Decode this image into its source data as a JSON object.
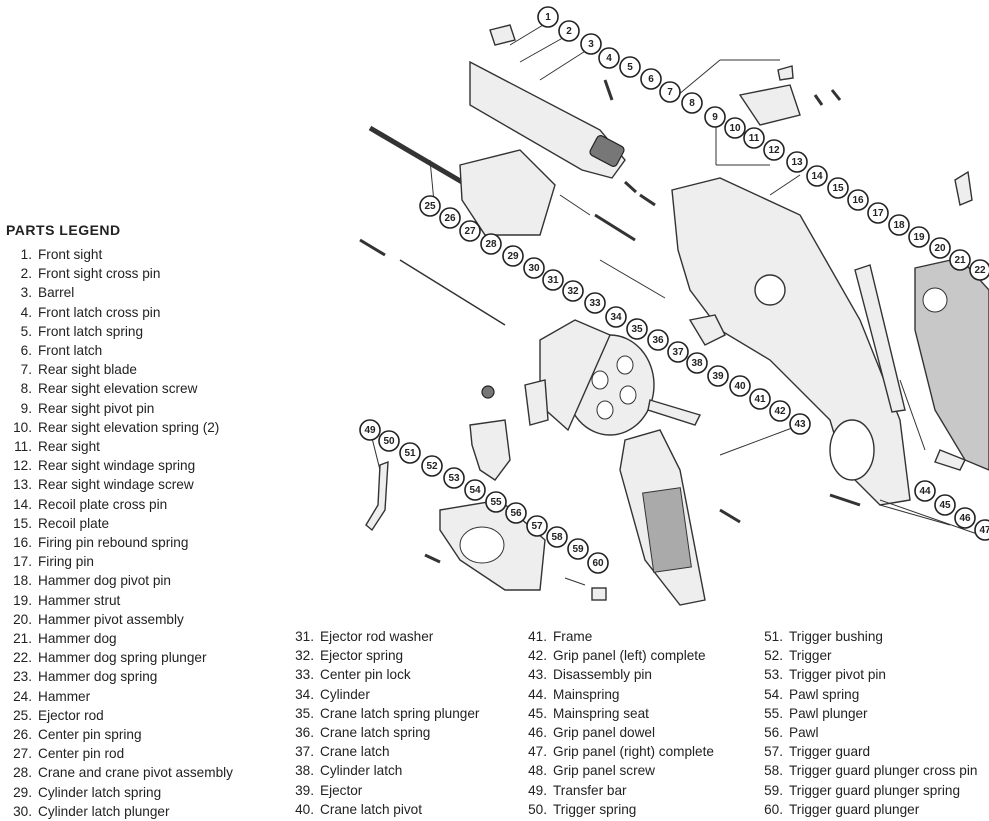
{
  "legend": {
    "title": "PARTS LEGEND",
    "items": [
      {
        "n": "1.",
        "label": "Front sight"
      },
      {
        "n": "2.",
        "label": "Front sight cross pin"
      },
      {
        "n": "3.",
        "label": "Barrel"
      },
      {
        "n": "4.",
        "label": "Front latch cross pin"
      },
      {
        "n": "5.",
        "label": "Front latch spring"
      },
      {
        "n": "6.",
        "label": "Front latch"
      },
      {
        "n": "7.",
        "label": "Rear sight blade"
      },
      {
        "n": "8.",
        "label": "Rear sight elevation screw"
      },
      {
        "n": "9.",
        "label": "Rear sight pivot pin"
      },
      {
        "n": "10.",
        "label": "Rear sight elevation spring (2)"
      },
      {
        "n": "11.",
        "label": "Rear sight"
      },
      {
        "n": "12.",
        "label": "Rear sight windage spring"
      },
      {
        "n": "13.",
        "label": "Rear sight windage screw"
      },
      {
        "n": "14.",
        "label": "Recoil plate cross pin"
      },
      {
        "n": "15.",
        "label": "Recoil plate"
      },
      {
        "n": "16.",
        "label": "Firing pin rebound spring"
      },
      {
        "n": "17.",
        "label": "Firing pin"
      },
      {
        "n": "18.",
        "label": "Hammer dog pivot pin"
      },
      {
        "n": "19.",
        "label": "Hammer strut"
      },
      {
        "n": "20.",
        "label": "Hammer pivot assembly"
      },
      {
        "n": "21.",
        "label": "Hammer dog"
      },
      {
        "n": "22.",
        "label": "Hammer dog spring plunger"
      },
      {
        "n": "23.",
        "label": "Hammer dog spring"
      },
      {
        "n": "24.",
        "label": "Hammer"
      },
      {
        "n": "25.",
        "label": "Ejector rod"
      },
      {
        "n": "26.",
        "label": "Center pin spring"
      },
      {
        "n": "27.",
        "label": "Center pin rod"
      },
      {
        "n": "28.",
        "label": "Crane and crane pivot assembly"
      },
      {
        "n": "29.",
        "label": "Cylinder latch spring"
      },
      {
        "n": "30.",
        "label": "Cylinder latch plunger"
      },
      {
        "n": "31.",
        "label": "Ejector rod washer"
      },
      {
        "n": "32.",
        "label": "Ejector spring"
      },
      {
        "n": "33.",
        "label": "Center pin lock"
      },
      {
        "n": "34.",
        "label": "Cylinder"
      },
      {
        "n": "35.",
        "label": "Crane latch spring plunger"
      },
      {
        "n": "36.",
        "label": "Crane latch spring"
      },
      {
        "n": "37.",
        "label": "Crane latch"
      },
      {
        "n": "38.",
        "label": "Cylinder latch"
      },
      {
        "n": "39.",
        "label": "Ejector"
      },
      {
        "n": "40.",
        "label": "Crane latch pivot"
      },
      {
        "n": "41.",
        "label": "Frame"
      },
      {
        "n": "42.",
        "label": "Grip panel (left) complete"
      },
      {
        "n": "43.",
        "label": "Disassembly pin"
      },
      {
        "n": "44.",
        "label": "Mainspring"
      },
      {
        "n": "45.",
        "label": "Mainspring seat"
      },
      {
        "n": "46.",
        "label": "Grip panel dowel"
      },
      {
        "n": "47.",
        "label": "Grip panel (right) complete"
      },
      {
        "n": "48.",
        "label": "Grip panel screw"
      },
      {
        "n": "49.",
        "label": "Transfer bar"
      },
      {
        "n": "50.",
        "label": "Trigger spring"
      },
      {
        "n": "51.",
        "label": "Trigger bushing"
      },
      {
        "n": "52.",
        "label": "Trigger"
      },
      {
        "n": "53.",
        "label": "Trigger pivot pin"
      },
      {
        "n": "54.",
        "label": "Pawl spring"
      },
      {
        "n": "55.",
        "label": "Pawl plunger"
      },
      {
        "n": "56.",
        "label": "Pawl"
      },
      {
        "n": "57.",
        "label": "Trigger guard"
      },
      {
        "n": "58.",
        "label": "Trigger guard plunger cross pin"
      },
      {
        "n": "59.",
        "label": "Trigger guard plunger spring"
      },
      {
        "n": "60.",
        "label": "Trigger guard plunger"
      }
    ]
  },
  "callouts": [
    "1",
    "2",
    "3",
    "4",
    "5",
    "6",
    "7",
    "8",
    "9",
    "10",
    "11",
    "12",
    "13",
    "14",
    "15",
    "16",
    "17",
    "18",
    "19",
    "20",
    "21",
    "22",
    "25",
    "26",
    "27",
    "28",
    "29",
    "30",
    "31",
    "32",
    "33",
    "34",
    "35",
    "36",
    "37",
    "38",
    "39",
    "40",
    "41",
    "42",
    "43",
    "44",
    "45",
    "46",
    "47",
    "49",
    "50",
    "51",
    "52",
    "53",
    "54",
    "55",
    "56",
    "57",
    "58",
    "59",
    "60"
  ]
}
